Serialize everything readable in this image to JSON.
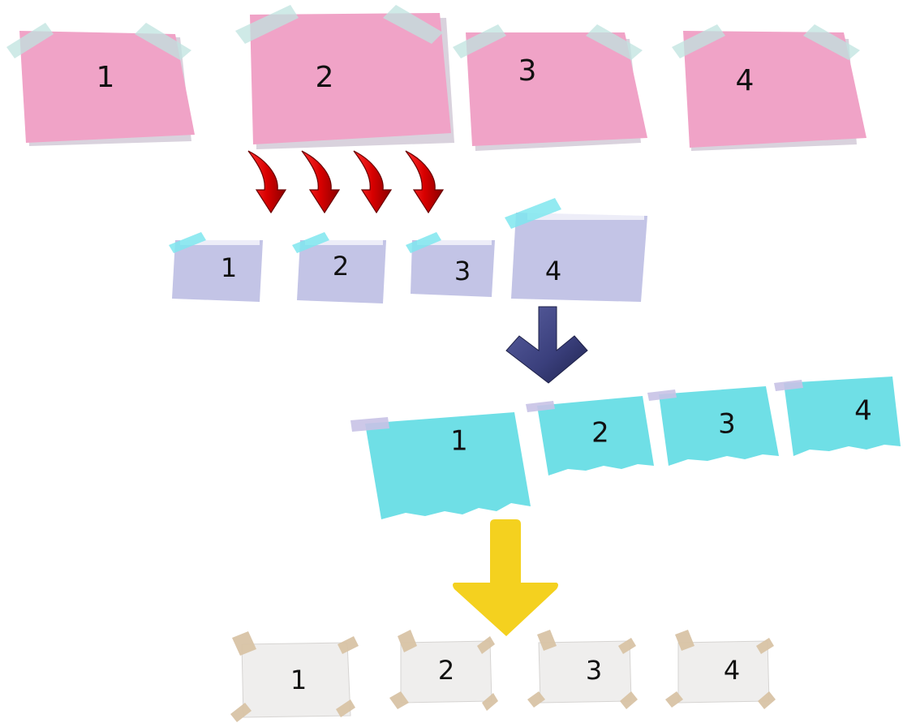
{
  "colors": {
    "pink_note": "#f0a3c7",
    "pink_shadow": "#d9d2dd",
    "tape_mint": "#bfe3df",
    "lavender_note": "#c3c4e6",
    "tape_cyan": "#7fe6ef",
    "cyan_note": "#6fdfe6",
    "tape_lavender": "#c8c2e6",
    "paper_note": "#efeeed",
    "tape_beige": "#d8c3a5",
    "red_arrow": "#d80000",
    "navy_arrow": "#3a3f7c",
    "yellow_arrow": "#f4d11f"
  },
  "rows": {
    "pink": [
      "1",
      "2",
      "3",
      "4"
    ],
    "lavender": [
      "1",
      "2",
      "3",
      "4"
    ],
    "cyan": [
      "1",
      "2",
      "3",
      "4"
    ],
    "paper": [
      "1",
      "2",
      "3",
      "4"
    ]
  },
  "icons": {
    "red": "curved-down-arrow",
    "navy": "chevron-down-arrow",
    "yellow": "block-down-arrow"
  }
}
